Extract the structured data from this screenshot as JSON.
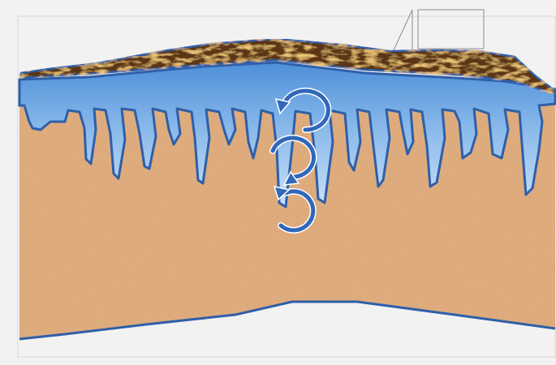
{
  "diagram": {
    "layers": [
      "soil-crust",
      "water-layer",
      "rock-formation"
    ],
    "colors": {
      "background": "#f2f2f2",
      "soil_dark": "#5c3514",
      "soil_mid": "#8a5a2a",
      "water_light": "#c9e1f7",
      "water_mid": "#88b8ea",
      "water_deep": "#4d8fd9",
      "outline": "#2f5fa8",
      "rock_light": "#e6b07a",
      "rock_mid": "#c88a55",
      "rock_dark": "#a86a40",
      "arrow": "#3167b8",
      "callout": "#8c8c8c"
    },
    "icons": [
      "circular-arrow-icon",
      "circular-arrow-icon",
      "circular-arrow-icon"
    ]
  }
}
